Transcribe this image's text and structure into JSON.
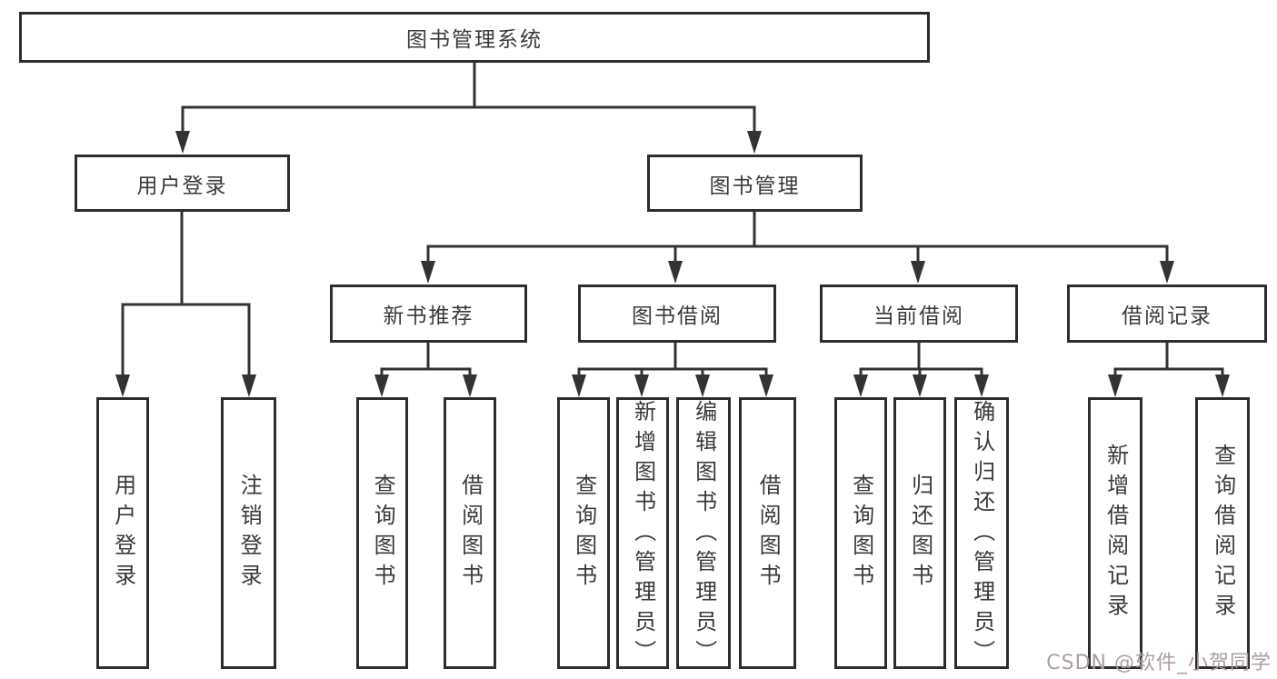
{
  "tree": {
    "label": "图书管理系统",
    "children": [
      {
        "label": "用户登录",
        "children": [
          {
            "label": "用户登录"
          },
          {
            "label": "注销登录"
          }
        ]
      },
      {
        "label": "图书管理",
        "children": [
          {
            "label": "新书推荐",
            "children": [
              {
                "label": "查询图书"
              },
              {
                "label": "借阅图书"
              }
            ]
          },
          {
            "label": "图书借阅",
            "children": [
              {
                "label": "查询图书"
              },
              {
                "label": "新增图书（管理员）"
              },
              {
                "label": "编辑图书（管理员）"
              },
              {
                "label": "借阅图书"
              }
            ]
          },
          {
            "label": "当前借阅",
            "children": [
              {
                "label": "查询图书"
              },
              {
                "label": "归还图书"
              },
              {
                "label": "确认归还（管理员）"
              }
            ]
          },
          {
            "label": "借阅记录",
            "children": [
              {
                "label": "新增借阅记录"
              },
              {
                "label": "查询借阅记录"
              }
            ]
          }
        ]
      }
    ]
  },
  "watermark": "CSDN @软件_小贺同学",
  "colors": {
    "background": "#ffffff",
    "line": "#333333",
    "box_border": "#2d2d2d",
    "text": "#3a3a3a",
    "watermark": "#ac9e9e"
  }
}
